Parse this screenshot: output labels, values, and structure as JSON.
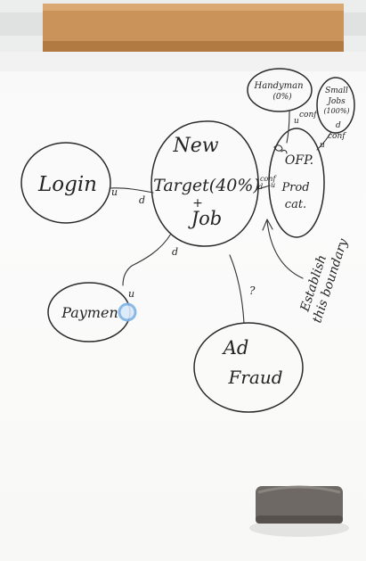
{
  "colors": {
    "board": "#fbfbfa",
    "ink": "#2a2a2a",
    "tray_wood": "#c9935a",
    "eraser": "#6e6965",
    "glare": "#7fb2e6"
  },
  "nodes": {
    "login": "Login",
    "new_target_line1": "New",
    "new_target_line2": "Target(40%)",
    "new_target_plus": "+",
    "new_target_line3": "Job",
    "payment": "Paymen",
    "ad_fraud_line1": "Ad",
    "ad_fraud_line2": "Fraud",
    "handyman_line1": "Handyman",
    "handyman_line2": "(0%)",
    "small_jobs_line1": "Small",
    "small_jobs_line2": "Jobs",
    "small_jobs_line3": "(100%)",
    "ofp_line1": "OFP.",
    "ofp_line2": "Prod",
    "ofp_line3": "cat."
  },
  "edge_labels": {
    "login_u": "u",
    "login_d": "d",
    "payment_d": "d",
    "payment_u": "u",
    "adfraud_q": "?",
    "ofp_d": "d",
    "ofp_conf": "conf",
    "ofp_u": "u",
    "handyman_u": "u",
    "handyman_conf": "conf",
    "small_d": "d",
    "small_conf": "conf",
    "small_u": "u"
  },
  "annotation": {
    "line1": "Establish",
    "line2": "this boundary"
  }
}
